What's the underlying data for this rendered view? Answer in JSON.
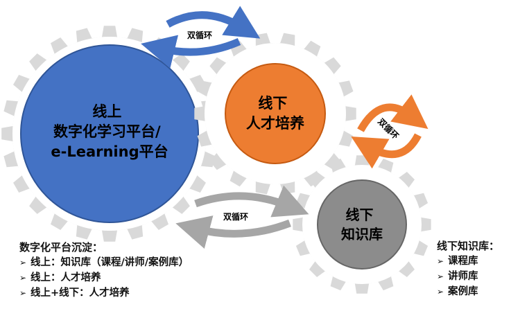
{
  "gears": [
    {
      "id": "online",
      "lines": [
        "线上",
        "数字化学习平台/",
        "e-Learning平台"
      ],
      "fill": "#4472c4",
      "edge": "#2f5597"
    },
    {
      "id": "offline-talent",
      "lines": [
        "线下",
        "人才培养"
      ],
      "fill": "#ed7d31",
      "edge": "#c55a11"
    },
    {
      "id": "offline-knowledge",
      "lines": [
        "线下",
        "知识库"
      ],
      "fill": "#8c8c8c",
      "edge": "#666666"
    }
  ],
  "cycles": [
    {
      "id": "blue",
      "label": "双循环",
      "color": "#4472c4"
    },
    {
      "id": "orange",
      "label": "双循环",
      "color": "#ed7d31"
    },
    {
      "id": "gray",
      "label": "双循环",
      "color": "#a6a6a6"
    }
  ],
  "gear_teeth_color": "#d9d9d9",
  "left_note": {
    "title": "数字化平台沉淀：",
    "items": [
      "线上：知识库（课程/讲师/案例库）",
      "线上：人才培养",
      "线上+线下：人才培养"
    ]
  },
  "right_note": {
    "title": "线下知识库：",
    "items": [
      "课程库",
      "讲师库",
      "案例库"
    ]
  },
  "bullet_icon": "arrowhead-bullet"
}
